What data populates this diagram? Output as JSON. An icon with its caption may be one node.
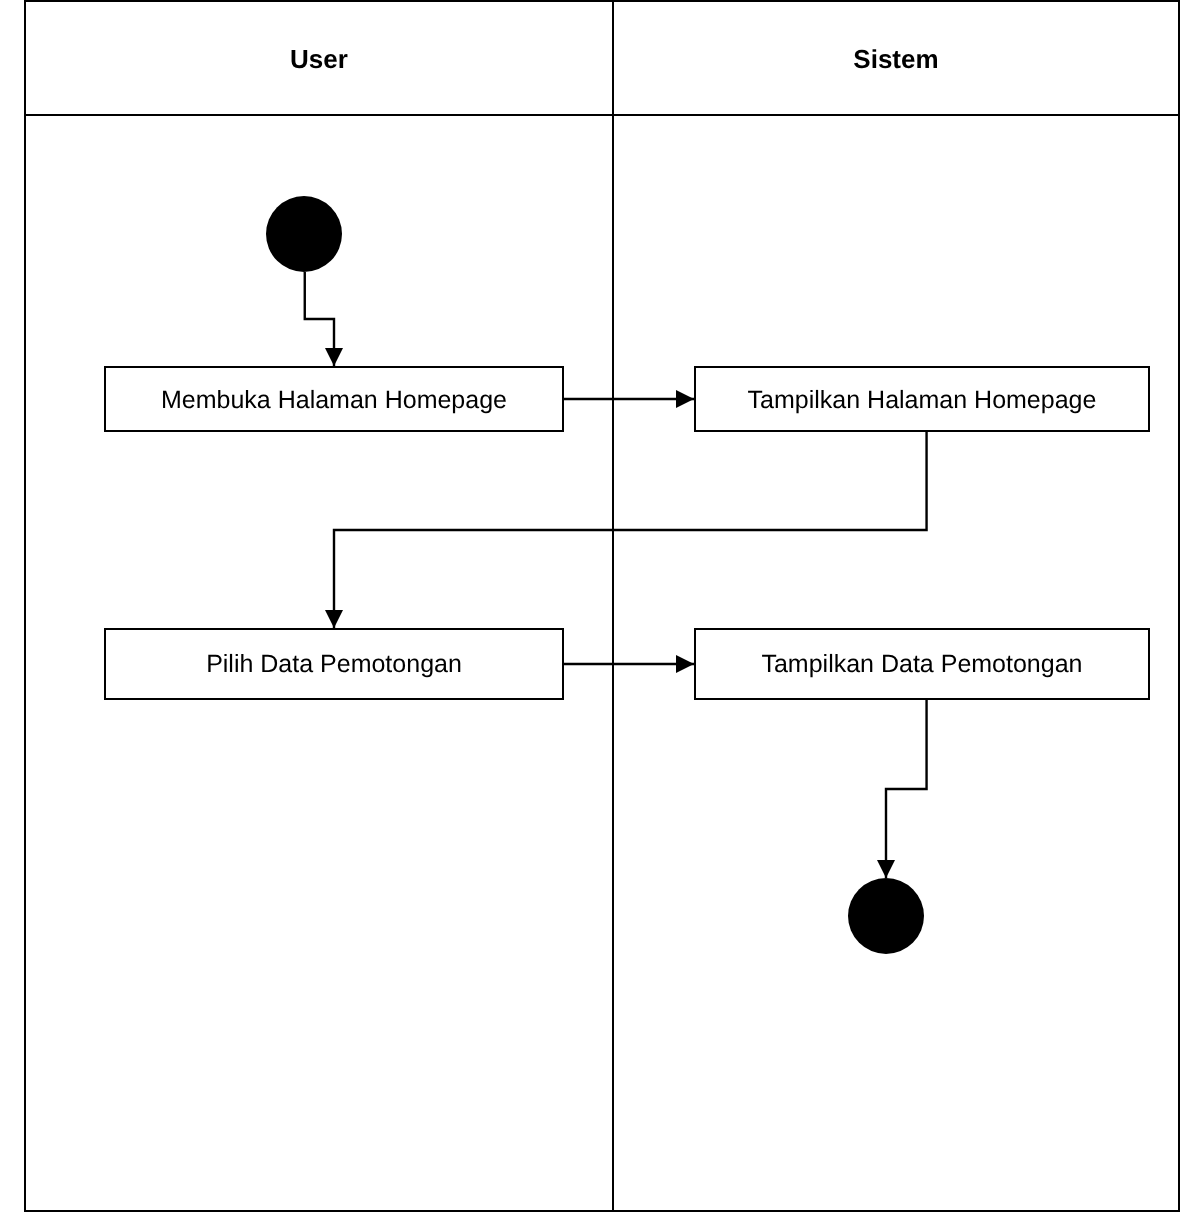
{
  "diagram": {
    "nodes": [
      {
        "text": [
          "User"
        ]
      },
      {
        "text": [
          "Sistem"
        ]
      },
      {
        "text": [],
        "shape": "circle",
        "in": 0
      },
      {
        "text": [
          "Membuka Halaman Homepage"
        ],
        "in": 0
      },
      {
        "text": [
          "Tampilkan Halaman Homepage"
        ],
        "in": 1
      },
      {
        "text": [
          "Pilih Data Pemotongan"
        ],
        "in": 0
      },
      {
        "text": [
          "Tampilkan Data Pemotongan"
        ],
        "in": 1
      },
      {
        "text": [],
        "shape": "circle",
        "in": 1
      }
    ],
    "edges": [
      {
        "from": 2,
        "to": 3,
        "arrow": "to"
      },
      {
        "from": 3,
        "to": 4,
        "arrow": "to"
      },
      {
        "from": 4,
        "to": 5,
        "arrow": "to"
      },
      {
        "from": 5,
        "to": 6,
        "arrow": "to"
      },
      {
        "from": 6,
        "to": 7,
        "arrow": "to"
      }
    ]
  }
}
